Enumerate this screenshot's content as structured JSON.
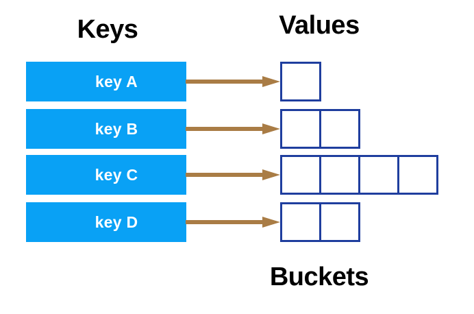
{
  "diagram": {
    "title_keys": "Keys",
    "title_values": "Values",
    "title_buckets": "Buckets",
    "colors": {
      "key_box_fill": "#09a1f5",
      "key_label_text": "#ffffff",
      "bucket_border": "#1f3e9e",
      "bucket_fill": "#ffffff",
      "arrow": "#a97c45",
      "heading_text": "#000000",
      "background": "#ffffff"
    },
    "rows": [
      {
        "key_label": "key A",
        "bucket_count": 1,
        "arrow_icon": "arrow-right-icon"
      },
      {
        "key_label": "key B",
        "bucket_count": 2,
        "arrow_icon": "arrow-right-icon"
      },
      {
        "key_label": "key C",
        "bucket_count": 4,
        "arrow_icon": "arrow-right-icon"
      },
      {
        "key_label": "key D",
        "bucket_count": 2,
        "arrow_icon": "arrow-right-icon"
      }
    ]
  }
}
